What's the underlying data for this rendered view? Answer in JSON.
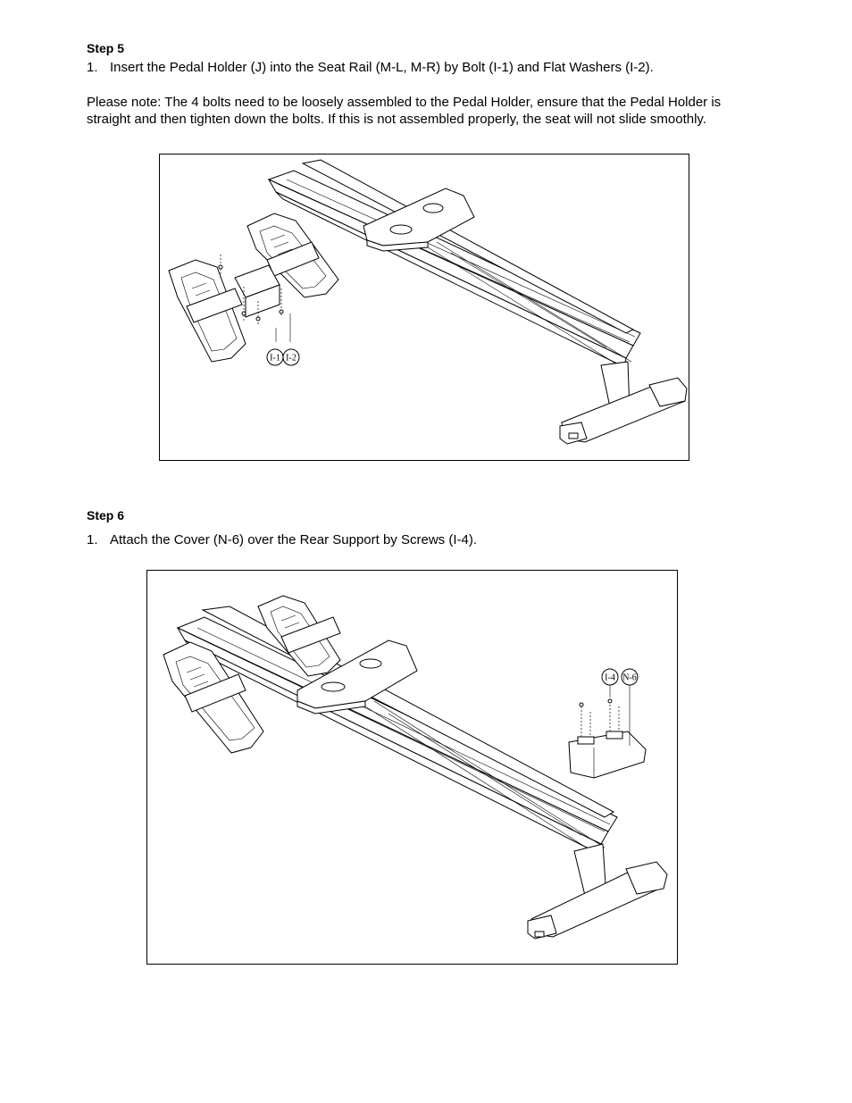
{
  "step5": {
    "heading": "Step 5",
    "item_number": "1.",
    "item_text": "Insert the Pedal Holder (J) into the Seat Rail (M-L, M-R) by Bolt (I-1) and Flat Washers (I-2).",
    "note": "Please note: The 4 bolts need to be loosely assembled to the Pedal Holder, ensure that the Pedal Holder is straight and then tighten down the bolts.    If this is not assembled properly, the seat will not slide smoothly.",
    "callouts": [
      "I-1",
      "I-2"
    ]
  },
  "step6": {
    "heading": "Step 6",
    "item_number": "1.",
    "item_text": "Attach the Cover (N-6) over the Rear Support by Screws (I-4).",
    "callouts": [
      "I-4",
      "N-6"
    ]
  }
}
